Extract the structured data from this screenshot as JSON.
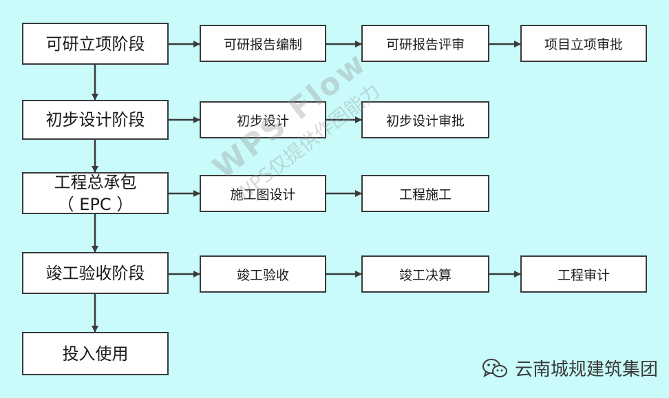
{
  "stages": [
    {
      "id": "s1",
      "label": "可研立项阶段"
    },
    {
      "id": "s2",
      "label": "初步设计阶段"
    },
    {
      "id": "s3",
      "label": "工程总承包",
      "sub": "（ EPC ）"
    },
    {
      "id": "s4",
      "label": "竣工验收阶段"
    },
    {
      "id": "s5",
      "label": "投入使用"
    }
  ],
  "steps": {
    "row1": [
      "可研报告编制",
      "可研报告评审",
      "项目立项审批"
    ],
    "row2": [
      "初步设计",
      "初步设计审批"
    ],
    "row3": [
      "施工图设计",
      "工程施工"
    ],
    "row4": [
      "竣工验收",
      "竣工决算",
      "工程审计"
    ]
  },
  "watermark": {
    "line1": "WPS Flow",
    "line2": "WPS仅提供作图能力"
  },
  "brand": {
    "name": "云南城规建筑集团",
    "icon": "wechat-icon"
  },
  "colors": {
    "background": "#c9fbfb",
    "border": "#3a3a3a",
    "node_fill": "#ffffff"
  }
}
